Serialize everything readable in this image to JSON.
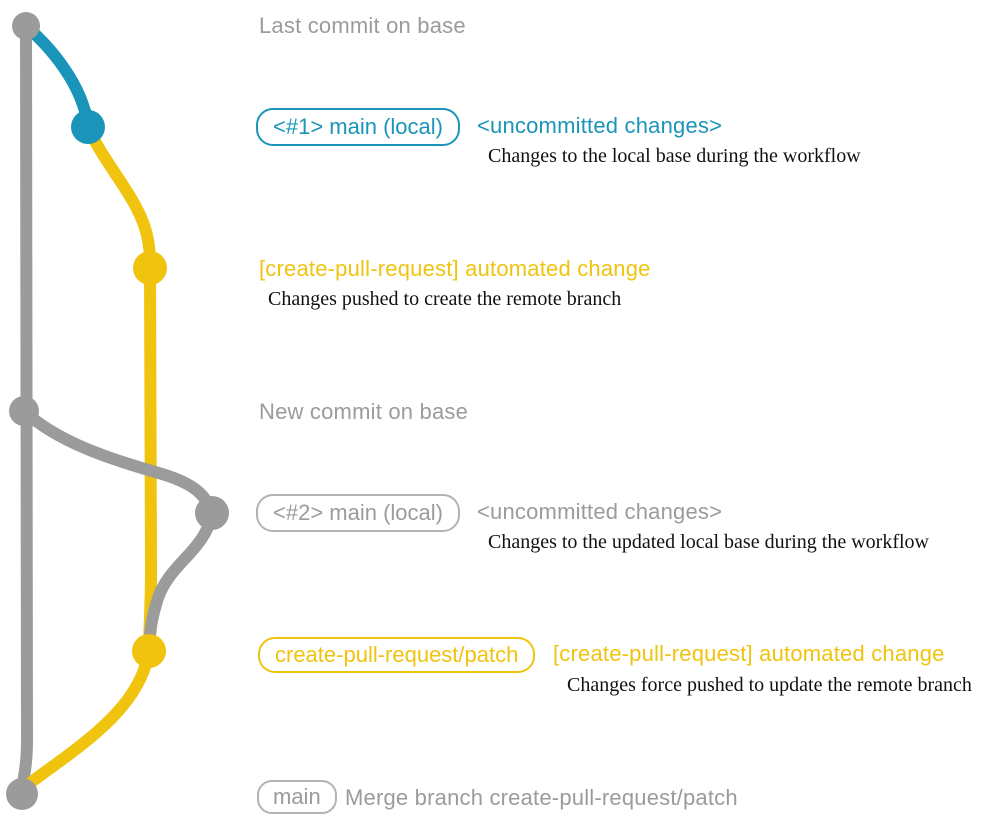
{
  "colors": {
    "blue": "#1A95B9",
    "yellow": "#F0C30F",
    "gray": "#9B9B9B",
    "gray_border": "#B3B3B3",
    "text_black": "#111111",
    "background": "#FFFFFF"
  },
  "diagram": {
    "type": "git-branch-graph",
    "nodes": [
      {
        "id": "last-commit-on-base",
        "color": "gray"
      },
      {
        "id": "local-main-1",
        "color": "blue"
      },
      {
        "id": "automated-change-1",
        "color": "yellow"
      },
      {
        "id": "new-commit-on-base",
        "color": "gray"
      },
      {
        "id": "local-main-2",
        "color": "gray"
      },
      {
        "id": "automated-change-2",
        "color": "yellow"
      },
      {
        "id": "merge-commit",
        "color": "gray"
      }
    ]
  },
  "annotations": {
    "last_commit_heading": "Last commit on base",
    "branch1_chip": "<#1> main (local)",
    "uncommitted1": "<uncommitted changes>",
    "desc_uncommitted1": "Changes to the local base during the workflow",
    "auto_change1": "[create-pull-request] automated change",
    "desc_auto_change1": "Changes pushed to create the remote branch",
    "new_commit_heading": "New commit on base",
    "branch2_chip": "<#2> main (local)",
    "uncommitted2": "<uncommitted changes>",
    "desc_uncommitted2": "Changes to the updated local base during the workflow",
    "patch_chip": "create-pull-request/patch",
    "auto_change2": "[create-pull-request] automated change",
    "desc_auto_change2": "Changes force pushed to update the remote branch",
    "main_chip": "main",
    "merge_text": "Merge branch create-pull-request/patch"
  }
}
